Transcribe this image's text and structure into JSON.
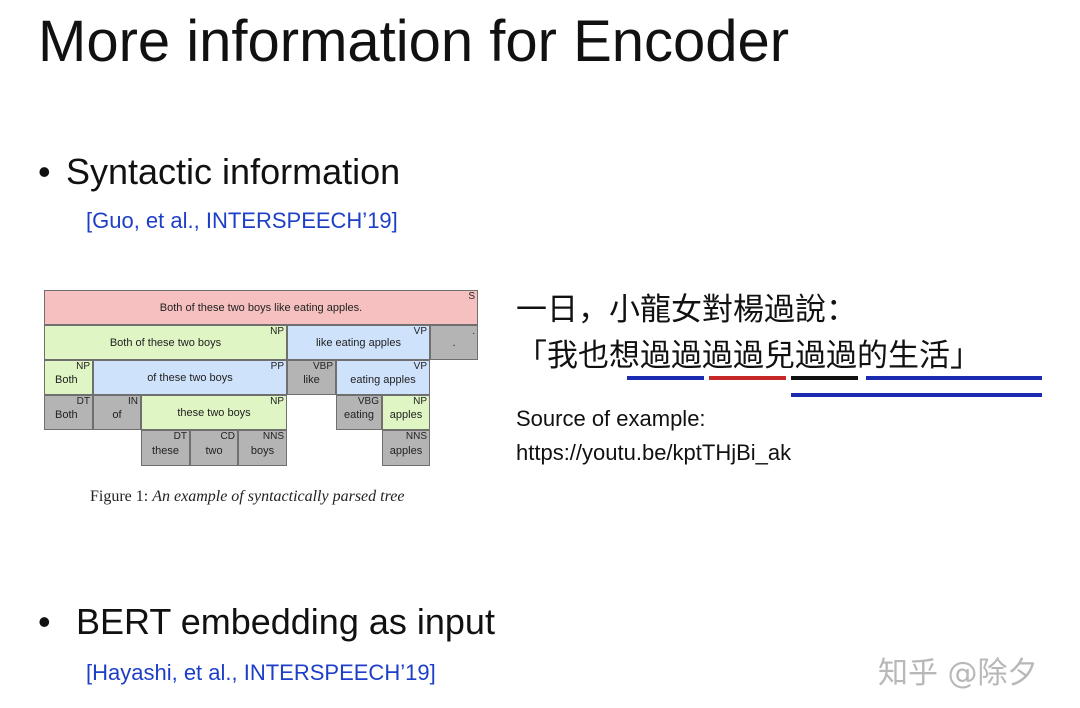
{
  "title": "More information for Encoder",
  "bullets": {
    "syntactic": {
      "dot": "•",
      "text": "Syntactic information",
      "cite": "[Guo, et al., INTERSPEECH’19]"
    },
    "bert": {
      "dot": "•",
      "text": "BERT embedding as input",
      "cite": "[Hayashi, et al., INTERSPEECH’19]"
    }
  },
  "tree": {
    "root": {
      "text": "Both of these two boys like eating apples.",
      "tag": "S"
    },
    "np1": {
      "text": "Both of these two boys",
      "tag": "NP"
    },
    "vp1": {
      "text": "like eating apples",
      "tag": "VP"
    },
    "punct": {
      "text": ".",
      "tag": "."
    },
    "np_both": {
      "text": "Both",
      "tag": "NP"
    },
    "pp": {
      "text": "of these two boys",
      "tag": "PP"
    },
    "vbp": {
      "text": "like",
      "tag": "VBP"
    },
    "vp2": {
      "text": "eating apples",
      "tag": "VP"
    },
    "dt_both": {
      "text": "Both",
      "tag": "DT"
    },
    "in_of": {
      "text": "of",
      "tag": "IN"
    },
    "np_these": {
      "text": "these two boys",
      "tag": "NP"
    },
    "vbg": {
      "text": "eating",
      "tag": "VBG"
    },
    "np_apples": {
      "text": "apples",
      "tag": "NP"
    },
    "dt_these": {
      "text": "these",
      "tag": "DT"
    },
    "cd_two": {
      "text": "two",
      "tag": "CD"
    },
    "nns_boys": {
      "text": "boys",
      "tag": "NNS"
    },
    "nns_apples": {
      "text": "apples",
      "tag": "NNS"
    }
  },
  "caption": {
    "prefix": "Figure 1:",
    "text": "An example of syntactically parsed tree"
  },
  "example": {
    "line1": "一日，小龍女對楊過說：",
    "line2": "「我也想過過過過兒過過的生活」",
    "underline_colors": [
      "#1a2bb0",
      "#c62828",
      "#111111",
      "#1a2bb0",
      "#1a2bb0"
    ]
  },
  "source": {
    "label": "Source of example:",
    "url": "https://youtu.be/kptTHjBi_ak"
  },
  "watermark": "知乎 @除夕"
}
